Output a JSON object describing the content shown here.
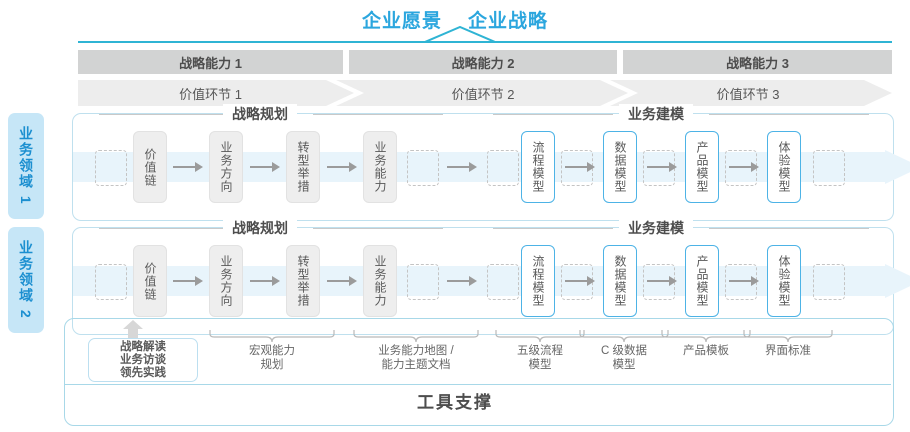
{
  "header": {
    "titles": [
      "企业愿景",
      "企业战略"
    ],
    "accent_color": "#2ba6de",
    "rule_color": "#2fb4d4"
  },
  "capabilities": {
    "bar_color": "#d2d3d3",
    "items": [
      {
        "label": "战略能力 1"
      },
      {
        "label": "战略能力 2"
      },
      {
        "label": "战略能力 3"
      }
    ]
  },
  "value_chain": {
    "bar_color": "#ededed",
    "items": [
      {
        "label": "价值环节 1"
      },
      {
        "label": "价值环节 2"
      },
      {
        "label": "价值环节 3"
      }
    ]
  },
  "domains": [
    {
      "label": "业务领域 1",
      "color": "#c6e6f7",
      "text_color": "#1c8fd0"
    },
    {
      "label": "业务领域 2",
      "color": "#c6e6f7",
      "text_color": "#1c8fd0"
    }
  ],
  "rows": [
    {
      "section_planning": "战略规划",
      "section_modeling": "业务建模",
      "planning_nodes": [
        "价值链",
        "业务方向",
        "转型举措",
        "业务能力"
      ],
      "modeling_nodes": [
        "流程模型",
        "数据模型",
        "产品模型",
        "体验模型"
      ]
    },
    {
      "section_planning": "战略规划",
      "section_modeling": "业务建模",
      "planning_nodes": [
        "价值链",
        "业务方向",
        "转型举措",
        "业务能力"
      ],
      "modeling_nodes": [
        "流程模型",
        "数据模型",
        "产品模型",
        "体验模型"
      ]
    }
  ],
  "tools": {
    "highlight_box_lines": [
      "战略解读",
      "业务访谈",
      "领先实践"
    ],
    "labels": [
      {
        "line1": "宏观能力",
        "line2": "规划"
      },
      {
        "line1": "业务能力地图 /",
        "line2": "能力主题文档"
      },
      {
        "line1": "五级流程",
        "line2": "模型"
      },
      {
        "line1": "C 级数据",
        "line2": "模型"
      },
      {
        "line1": "产品模板",
        "line2": ""
      },
      {
        "line1": "界面标准",
        "line2": ""
      }
    ],
    "support_title": "工具支撑"
  }
}
